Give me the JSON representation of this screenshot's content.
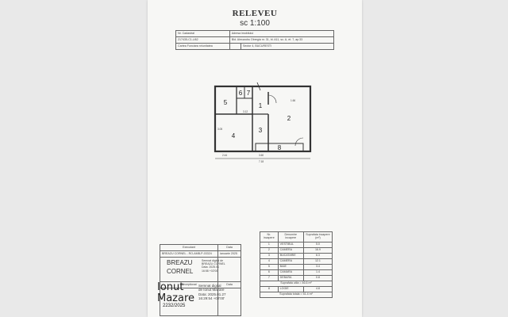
{
  "header": {
    "title": "RELEVEU",
    "scale": "sc 1:100"
  },
  "info": {
    "cadastral_label": "Nr. Cadastral",
    "cadastral_value": "217435-C1-U62",
    "address_label": "Adresa imobilului",
    "address_value": "Bld. Alexandru Obregia nr. 31, bl. A11, sc. A, et. 7, ap.33",
    "book_label": "Cartea Funciara nr/unitatea",
    "sector": "Sector 4, BUCURESTI"
  },
  "plan": {
    "rooms": [
      "1",
      "2",
      "3",
      "4",
      "5",
      "6",
      "7",
      "8"
    ],
    "dims": [
      "3.60",
      "2.44",
      "3.12",
      "3.05",
      "1.66",
      "7.18"
    ]
  },
  "rooms_table": {
    "headers": [
      "Nr. incapere",
      "Denumire incapere",
      "Suprafata incapere (m²)"
    ],
    "rows": [
      [
        "1",
        "VESTIBUL",
        "5.0"
      ],
      [
        "2",
        "CAMERA",
        "16.9"
      ],
      [
        "3",
        "BUCATARIE",
        "6.3"
      ],
      [
        "4",
        "CAMERA",
        "12.1"
      ],
      [
        "5",
        "BAIE",
        "3.4"
      ],
      [
        "6",
        "CAMARA",
        "1.4"
      ],
      [
        "7",
        "DEBARA",
        "0.8"
      ]
    ],
    "useful_label": "Suprafata utila = 46.6 m²",
    "balcony": [
      "8",
      "LOGIE",
      "4.8"
    ],
    "total_label": "Suprafata totala = 51.4 m²"
  },
  "executant": {
    "label": "Executant",
    "date_label": "Data",
    "name_row": "BREAZU CORNEL - RO-AMB-P-03324",
    "date_value": "ianuarie 2025",
    "name_big_1": "BREAZU",
    "name_big_2": "CORNEL",
    "signature_1": "Semnat digital de",
    "signature_2": "BREAZU CORNEL",
    "signature_3": "Data: 2025.01",
    "signature_4": "16:58 +02'00'",
    "receiver_label": "Receptionat",
    "receiver_date_label": "Data",
    "receiver_name_1": "Ionut",
    "receiver_name_2": "Mazare",
    "receiver_sig_1": "Semnat digital",
    "receiver_sig_2": "de Ionut Mazare",
    "receiver_sig_3": "Data: 2025.01.27",
    "receiver_sig_4": "16:29:54 +02'00'",
    "number": "2232/2025"
  }
}
